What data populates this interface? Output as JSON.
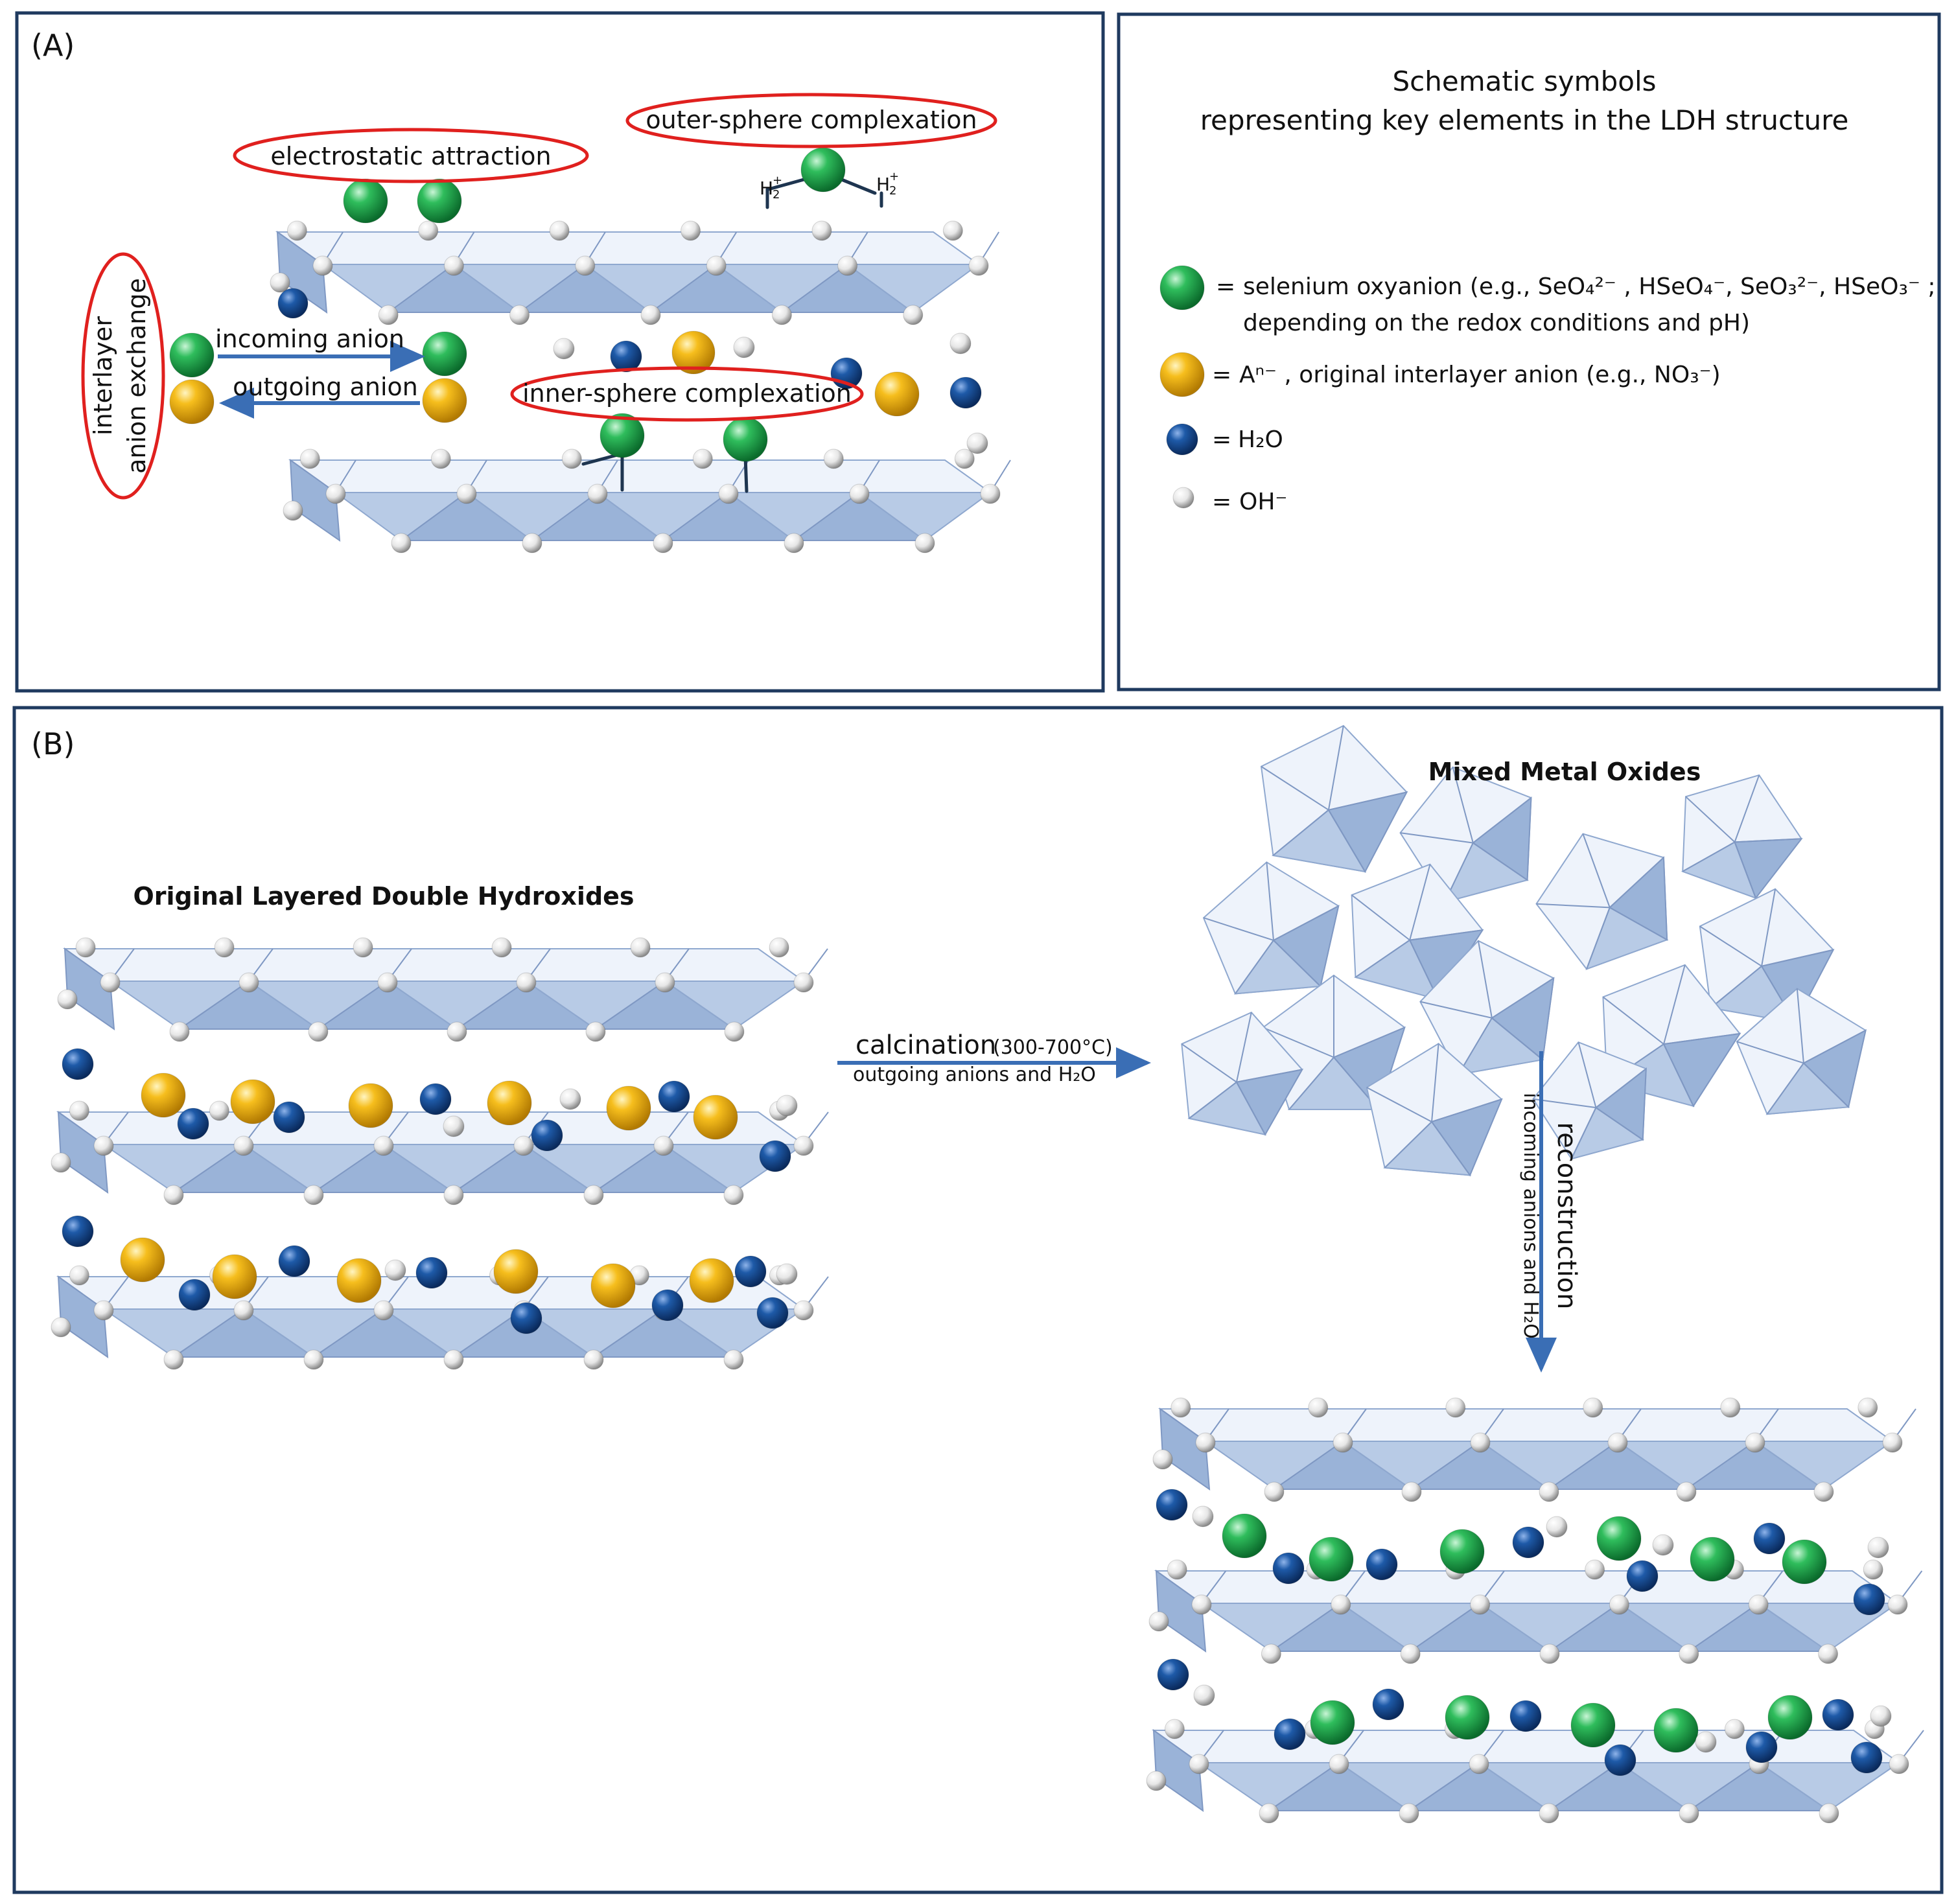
{
  "panel_a": {
    "label": "(A)",
    "electrostatic": "electrostatic attraction",
    "outer_sphere": "outer-sphere complexation",
    "inner_sphere": "inner-sphere complexation",
    "incoming": "incoming anion",
    "outgoing": "outgoing anion",
    "exchange_line1": "interlayer",
    "exchange_line2": "anion exchange",
    "h2_main": "H",
    "h2_sub": "2",
    "h2_sup": "+"
  },
  "legend": {
    "title1": "Schematic symbols",
    "title2": "representing key elements in the LDH structure",
    "eq": "=",
    "selenium_text": "selenium oxyanion (e.g., SeO₄²⁻ , HSeO₄⁻, SeO₃²⁻, HSeO₃⁻ ;",
    "selenium_text2": "depending on the redox conditions and pH)",
    "anion_text": "Aⁿ⁻ , original interlayer anion (e.g., NO₃⁻)",
    "water_text": "H₂O",
    "oh_text": "OH⁻"
  },
  "panel_b": {
    "label": "(B)",
    "ldh_title": "Original Layered Double Hydroxides",
    "mmo_title": "Mixed Metal Oxides",
    "calcination": "calcination",
    "calcination_temp": "(300-700°C)",
    "calcination_sub": "outgoing anions and H₂O",
    "reconstruction": "reconstruction",
    "reconstruction_sub": "incoming anions and H₂O"
  },
  "colors": {
    "selenium": "#1fa64a",
    "anion": "#f2b416",
    "water": "#1b4f93",
    "hydroxide": "#e4e4e4",
    "border": "#1f3a5f",
    "highlight": "#e0201e",
    "arrow": "#3a6eb5",
    "octahedron": "#b8cbe6"
  }
}
